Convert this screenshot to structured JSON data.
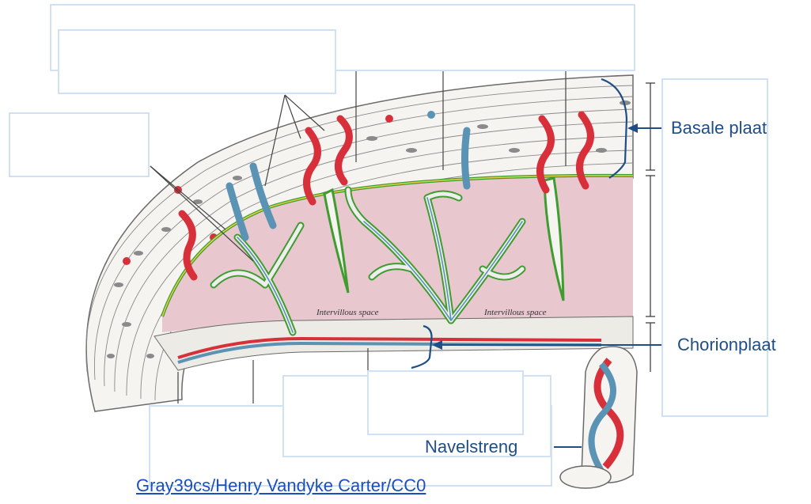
{
  "labels": {
    "basal_plate": "Basale plaat",
    "chorionic_plate": "Chorionplaat",
    "umbilical_cord": "Navelstreng"
  },
  "inscriptions": {
    "intervillous_left": "Intervillous space",
    "intervillous_right": "Intervillous space"
  },
  "credit": "Gray39cs/Henry Vandyke Carter/CC0",
  "colors": {
    "label_text": "#1f4e86",
    "pointer": "#1f4e86",
    "link": "#1a4fbf",
    "blank_border": "#cfe1f3",
    "artery": "#d8303b",
    "vein": "#5b93b4",
    "villus_outline": "#3f9c2f",
    "blood_space": "#e8c7cf",
    "tissue_line": "#6a6a6a"
  },
  "icons": [
    "placenta-illustration"
  ]
}
